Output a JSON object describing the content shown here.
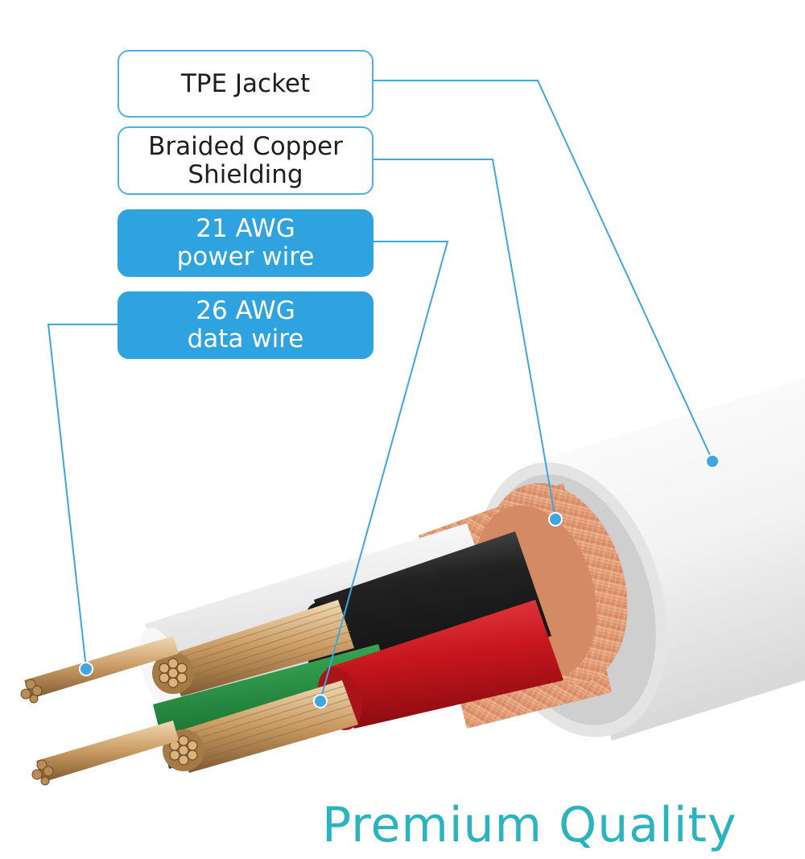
{
  "labels": {
    "tpe_jacket": "TPE Jacket",
    "braided_copper_shielding": [
      "Braided Copper",
      "Shielding"
    ],
    "power_wire": [
      "21 AWG",
      "power wire"
    ],
    "data_wire": [
      "26 AWG",
      "data wire"
    ]
  },
  "footer": {
    "title": "Premium Quality"
  },
  "colors": {
    "accent": "#2fa3e0",
    "leader_line": "#3ea7dd",
    "footer_text": "#2bb3bf",
    "jacket": "#f2f2f2",
    "shielding": "#e8a27e",
    "wire_black": "#1c1c1c",
    "wire_red": "#c8161d",
    "wire_green": "#1c8a3a",
    "wire_white": "#f4f4f4",
    "copper": "#c99a62"
  }
}
